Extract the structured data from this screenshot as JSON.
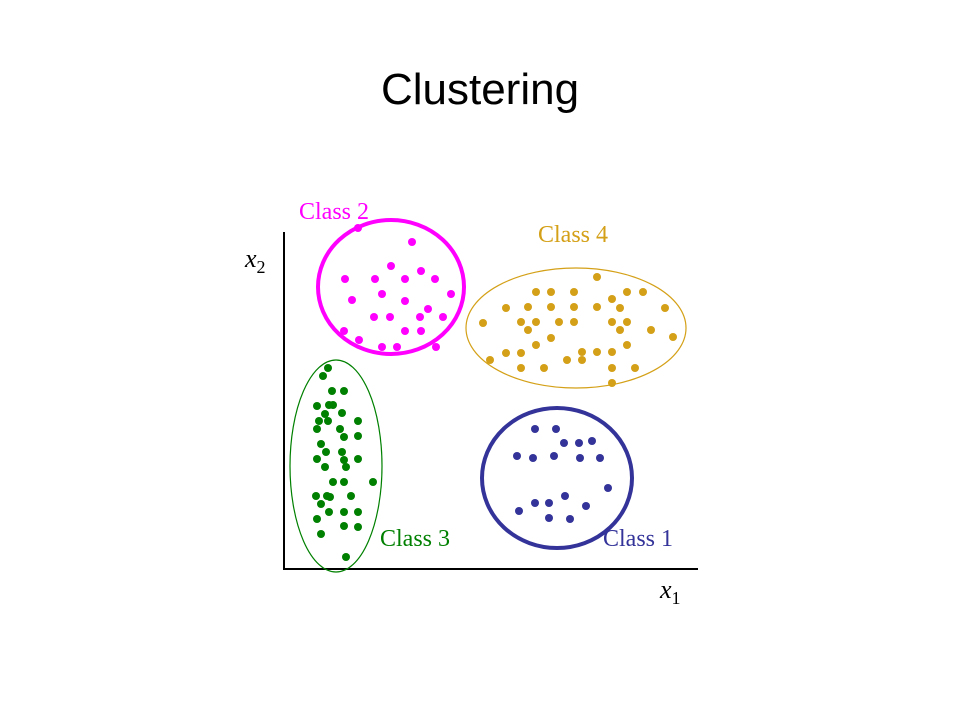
{
  "title": "Clustering",
  "axes": {
    "x_var": "x",
    "x_sub": "1",
    "y_var": "x",
    "y_sub": "2"
  },
  "classes": [
    {
      "id": "class-2",
      "label": "Class 2",
      "color": "#FF00FF"
    },
    {
      "id": "class-4",
      "label": "Class 4",
      "color": "#D4A017"
    },
    {
      "id": "class-3",
      "label": "Class 3",
      "color": "#008000"
    },
    {
      "id": "class-1",
      "label": "Class 1",
      "color": "#333399"
    }
  ]
}
